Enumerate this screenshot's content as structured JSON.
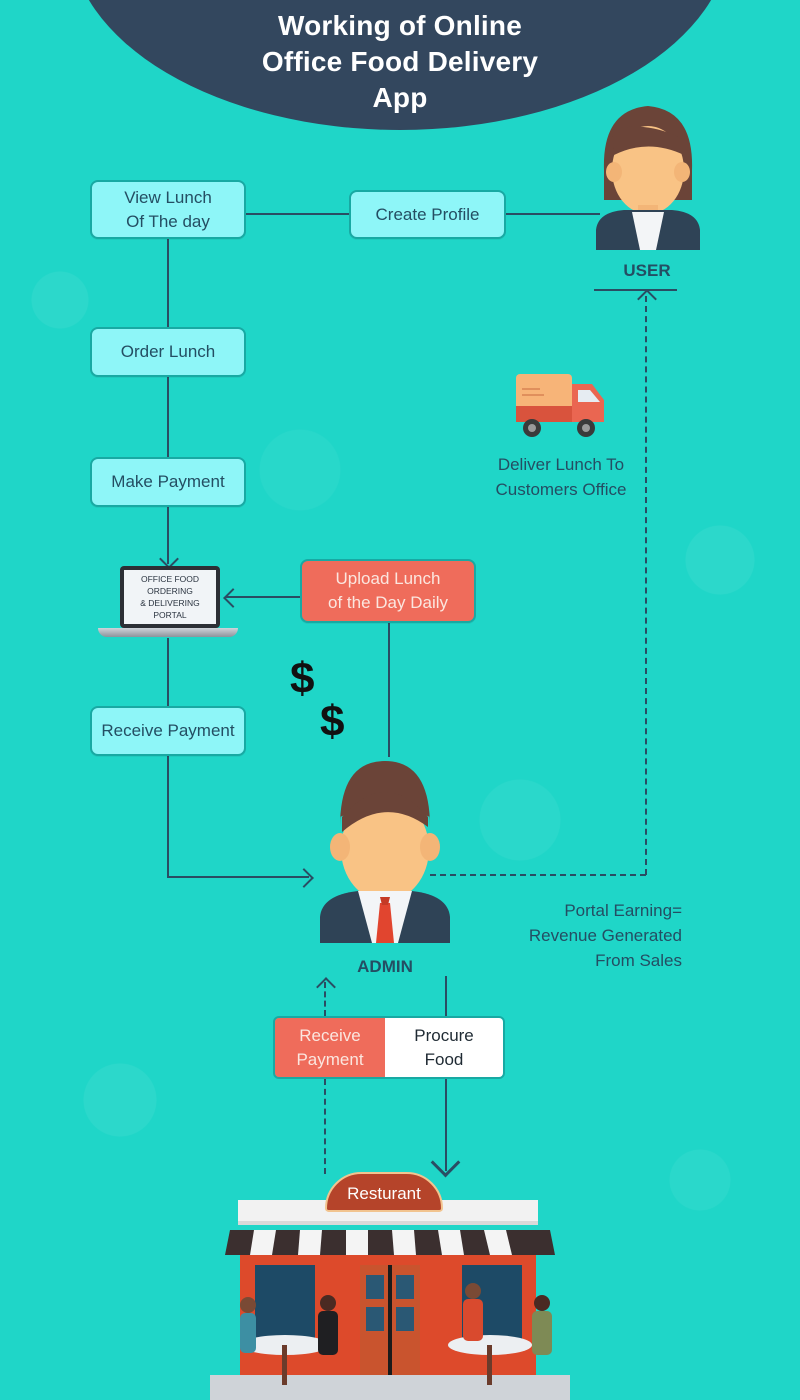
{
  "title": {
    "lines": [
      "Working of Online",
      "Office Food Delivery",
      "App"
    ]
  },
  "nodes": {
    "view_lunch": "View Lunch Of The day",
    "view_lunch_line1": "View Lunch",
    "view_lunch_line2": "Of The day",
    "create_profile": "Create Profile",
    "order_lunch": "Order Lunch",
    "make_payment": "Make Payment",
    "upload_lunch_line1": "Upload Lunch",
    "upload_lunch_line2": "of the Day Daily",
    "receive_payment_portal": "Receive Payment",
    "receive_payment_admin_line1": "Receive",
    "receive_payment_admin_line2": "Payment",
    "procure_food_line1": "Procure",
    "procure_food_line2": "Food"
  },
  "portal": {
    "lines": [
      "OFFICE FOOD",
      "ORDERING",
      "& DELIVERING",
      "PORTAL"
    ]
  },
  "roles": {
    "user": "USER",
    "admin": "ADMIN"
  },
  "delivery": {
    "line1": "Deliver Lunch To",
    "line2": "Customers Office"
  },
  "earnings": {
    "line1": "Portal Earning=",
    "line2": "Revenue Generated",
    "line3": "From Sales"
  },
  "currency_symbol": "$",
  "restaurant": {
    "sign": "Resturant"
  },
  "colors": {
    "background": "#1fd6c8",
    "title_dome": "#33475e",
    "node_fill": "#8ef6f8",
    "node_border": "#18a9a3",
    "accent_red": "#ef6c5b",
    "line": "#2a4d63",
    "text": "#244e63"
  }
}
